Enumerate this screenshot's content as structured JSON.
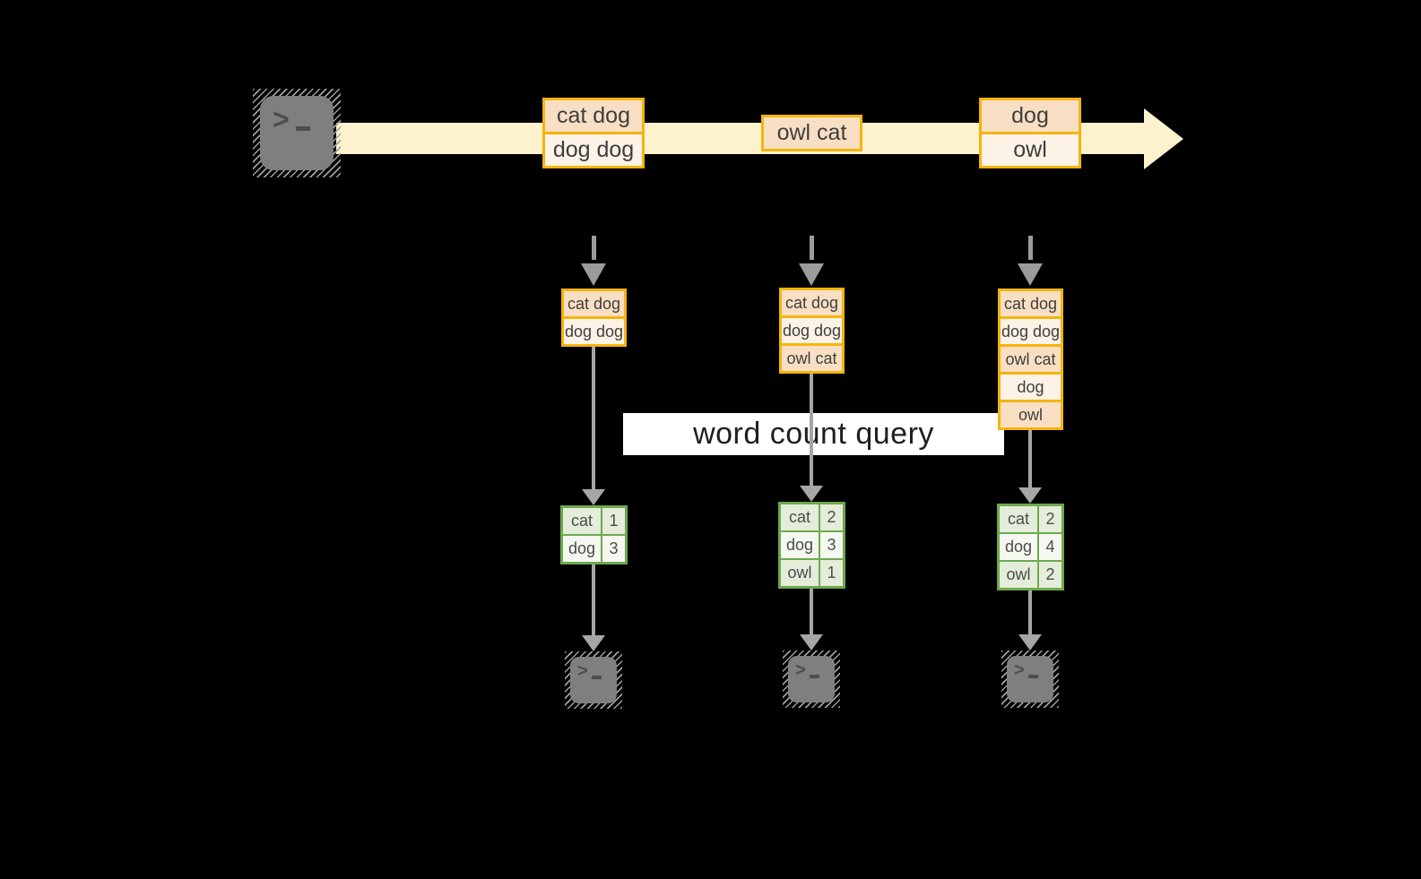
{
  "banner": {
    "label": "word count query"
  },
  "icons": {
    "terminal_chevron": ">",
    "source_icon": "terminal-prompt-icon",
    "sink_icon": "terminal-prompt-icon"
  },
  "colors": {
    "background": "#000000",
    "stream_band": "#FCF2CE",
    "event_border": "#F5B40D",
    "event_fill_dark": "#F8DFC3",
    "event_fill_light": "#FDF2E6",
    "table_border": "#6FA84F",
    "table_fill_dark": "#E3EDDA",
    "table_fill_light": "#F4F8F0",
    "arrow_gray": "#A6A6A6",
    "banner_bg": "#FFFFFF",
    "terminal_gray": "#7F7F7F"
  },
  "timeline": {
    "events": [
      {
        "lines": [
          "cat dog",
          "dog dog"
        ]
      },
      {
        "lines": [
          "owl cat"
        ]
      },
      {
        "lines": [
          "dog",
          "owl"
        ]
      }
    ]
  },
  "columns": [
    {
      "stack": [
        "cat dog",
        "dog dog"
      ],
      "counts": [
        {
          "word": "cat",
          "count": 1
        },
        {
          "word": "dog",
          "count": 3
        }
      ]
    },
    {
      "stack": [
        "cat dog",
        "dog dog",
        "owl cat"
      ],
      "counts": [
        {
          "word": "cat",
          "count": 2
        },
        {
          "word": "dog",
          "count": 3
        },
        {
          "word": "owl",
          "count": 1
        }
      ]
    },
    {
      "stack": [
        "cat dog",
        "dog dog",
        "owl cat",
        "dog",
        "owl"
      ],
      "counts": [
        {
          "word": "cat",
          "count": 2
        },
        {
          "word": "dog",
          "count": 4
        },
        {
          "word": "owl",
          "count": 2
        }
      ]
    }
  ]
}
